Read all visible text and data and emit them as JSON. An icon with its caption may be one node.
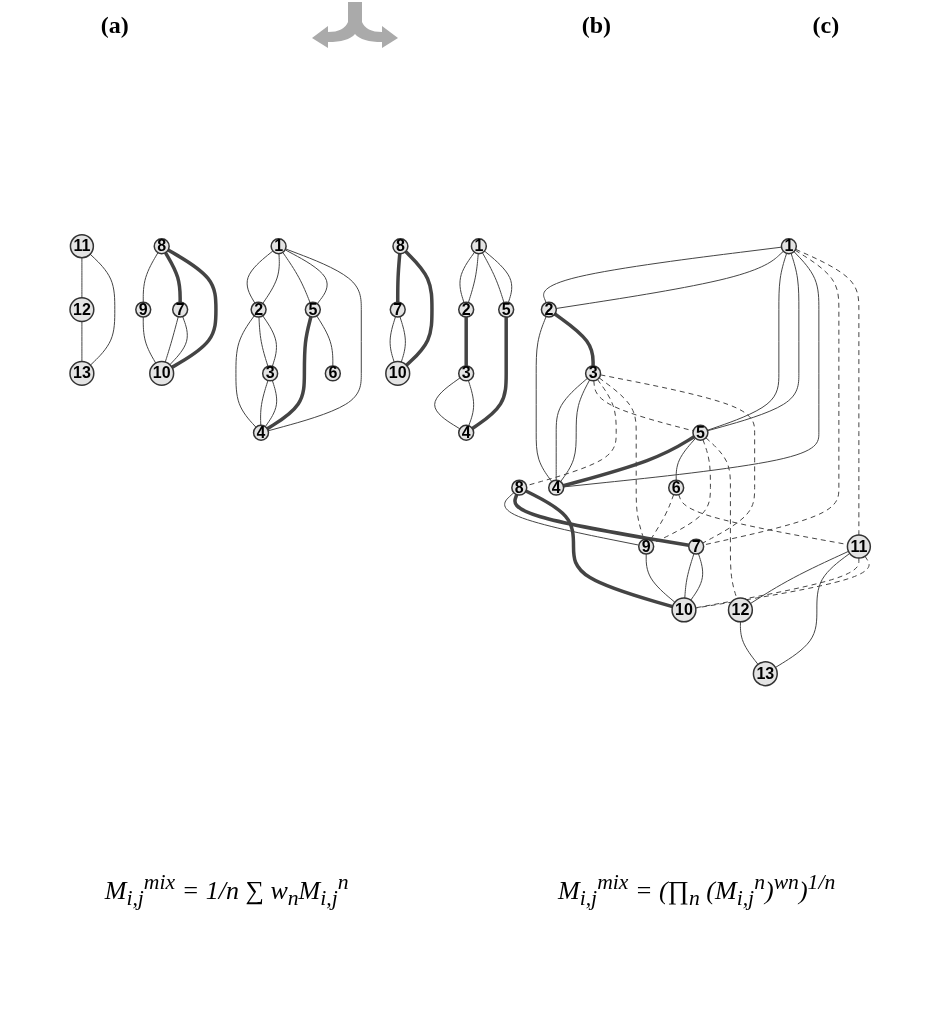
{
  "diagram": {
    "nodes": [
      {
        "text": [
          "1"
        ]
      },
      {
        "text": [
          "2"
        ]
      },
      {
        "text": [
          "3"
        ]
      },
      {
        "text": [
          "4"
        ]
      },
      {
        "text": [
          "5"
        ]
      },
      {
        "text": [
          "6"
        ]
      },
      {
        "text": [
          "11"
        ]
      },
      {
        "text": [
          "12"
        ]
      },
      {
        "text": [
          "13"
        ]
      },
      {
        "text": [
          "8"
        ]
      },
      {
        "text": [
          "9"
        ]
      },
      {
        "text": [
          "10"
        ]
      },
      {
        "text": [
          "7"
        ]
      },
      {
        "text": [
          "1"
        ]
      },
      {
        "text": [
          "2"
        ]
      },
      {
        "text": [
          "3"
        ]
      },
      {
        "text": [
          "4"
        ]
      },
      {
        "text": [
          "5"
        ]
      },
      {
        "text": [
          "6"
        ]
      },
      {
        "text": [
          "11"
        ]
      },
      {
        "text": [
          "12"
        ]
      },
      {
        "text": [
          "13"
        ]
      },
      {
        "text": [
          "8"
        ]
      },
      {
        "text": [
          "9"
        ]
      },
      {
        "text": [
          "10"
        ]
      },
      {
        "text": [
          "7"
        ]
      },
      {
        "text": [
          "1"
        ]
      },
      {
        "text": [
          "2"
        ]
      },
      {
        "text": [
          "5"
        ]
      },
      {
        "text": [
          "3"
        ]
      },
      {
        "text": [
          "4"
        ]
      },
      {
        "text": [
          "8"
        ]
      },
      {
        "text": [
          "10"
        ]
      },
      {
        "text": [
          "7"
        ]
      }
    ],
    "edges": [
      {
        "from": 0,
        "to": 1,
        "arrow": "none"
      },
      {
        "from": 0,
        "to": 1,
        "arrow": "none"
      },
      {
        "from": 0,
        "to": 4,
        "arrow": "none"
      },
      {
        "from": 0,
        "to": 4,
        "arrow": "none"
      },
      {
        "from": 0,
        "to": 3,
        "arrow": "none"
      },
      {
        "from": 1,
        "to": 3,
        "arrow": "none"
      },
      {
        "from": 1,
        "to": 2,
        "arrow": "none",
        "style": "thick"
      },
      {
        "from": 4,
        "to": 3,
        "arrow": "none",
        "style": "thick"
      },
      {
        "from": 2,
        "to": 3,
        "arrow": "none"
      },
      {
        "from": 2,
        "to": 3,
        "arrow": "none"
      },
      {
        "from": 4,
        "to": 5,
        "arrow": "none"
      },
      {
        "from": 6,
        "to": 7,
        "arrow": "none"
      },
      {
        "from": 6,
        "to": 8,
        "arrow": "none"
      },
      {
        "from": 7,
        "to": 8,
        "arrow": "none"
      },
      {
        "from": 9,
        "to": 10,
        "arrow": "none"
      },
      {
        "from": 9,
        "to": 12,
        "arrow": "none",
        "style": "thick"
      },
      {
        "from": 9,
        "to": 11,
        "arrow": "none",
        "style": "thick"
      },
      {
        "from": 10,
        "to": 11,
        "arrow": "none"
      },
      {
        "from": 12,
        "to": 11,
        "arrow": "none"
      },
      {
        "from": 12,
        "to": 11,
        "arrow": "none"
      },
      {
        "from": 0,
        "to": 12,
        "arrow": "none",
        "style": "dashed"
      },
      {
        "from": 0,
        "to": 6,
        "arrow": "none",
        "style": "dashed"
      },
      {
        "from": 2,
        "to": 4,
        "arrow": "none",
        "style": "dashed"
      },
      {
        "from": 2,
        "to": 9,
        "arrow": "none",
        "style": "dashed"
      },
      {
        "from": 2,
        "to": 10,
        "arrow": "none",
        "style": "dashed"
      },
      {
        "from": 2,
        "to": 12,
        "arrow": "none",
        "style": "dashed"
      },
      {
        "from": 4,
        "to": 10,
        "arrow": "none",
        "style": "dashed"
      },
      {
        "from": 5,
        "to": 10,
        "arrow": "none",
        "style": "dashed"
      },
      {
        "from": 4,
        "to": 7,
        "arrow": "none",
        "style": "dashed"
      },
      {
        "from": 5,
        "to": 6,
        "arrow": "none",
        "style": "dashed"
      },
      {
        "from": 6,
        "to": 11,
        "arrow": "none",
        "style": "dashed"
      },
      {
        "from": 6,
        "to": 11,
        "arrow": "none",
        "style": "dashed"
      },
      {
        "from": 13,
        "to": 14,
        "arrow": "none"
      },
      {
        "from": 13,
        "to": 14,
        "arrow": "none"
      },
      {
        "from": 13,
        "to": 17,
        "arrow": "none"
      },
      {
        "from": 13,
        "to": 17,
        "arrow": "none"
      },
      {
        "from": 13,
        "to": 16,
        "arrow": "none"
      },
      {
        "from": 14,
        "to": 16,
        "arrow": "none"
      },
      {
        "from": 14,
        "to": 15,
        "arrow": "none"
      },
      {
        "from": 14,
        "to": 15,
        "arrow": "none"
      },
      {
        "from": 17,
        "to": 16,
        "arrow": "none",
        "style": "thick"
      },
      {
        "from": 15,
        "to": 16,
        "arrow": "none"
      },
      {
        "from": 15,
        "to": 16,
        "arrow": "none"
      },
      {
        "from": 17,
        "to": 18,
        "arrow": "none"
      },
      {
        "from": 19,
        "to": 20,
        "arrow": "none"
      },
      {
        "from": 19,
        "to": 21,
        "arrow": "none"
      },
      {
        "from": 20,
        "to": 21,
        "arrow": "none"
      },
      {
        "from": 22,
        "to": 23,
        "arrow": "none"
      },
      {
        "from": 22,
        "to": 25,
        "arrow": "none",
        "style": "thick"
      },
      {
        "from": 22,
        "to": 24,
        "arrow": "none",
        "style": "thick"
      },
      {
        "from": 23,
        "to": 24,
        "arrow": "none"
      },
      {
        "from": 25,
        "to": 24,
        "arrow": "none"
      },
      {
        "from": 25,
        "to": 24,
        "arrow": "none"
      },
      {
        "from": 26,
        "to": 27,
        "arrow": "none"
      },
      {
        "from": 26,
        "to": 27,
        "arrow": "none"
      },
      {
        "from": 26,
        "to": 28,
        "arrow": "none"
      },
      {
        "from": 26,
        "to": 28,
        "arrow": "none"
      },
      {
        "from": 27,
        "to": 29,
        "arrow": "none",
        "style": "thick"
      },
      {
        "from": 28,
        "to": 30,
        "arrow": "none",
        "style": "thick"
      },
      {
        "from": 29,
        "to": 30,
        "arrow": "none"
      },
      {
        "from": 29,
        "to": 30,
        "arrow": "none"
      },
      {
        "from": 31,
        "to": 33,
        "arrow": "none",
        "style": "thick"
      },
      {
        "from": 31,
        "to": 32,
        "arrow": "none",
        "style": "thick"
      },
      {
        "from": 33,
        "to": 32,
        "arrow": "none"
      },
      {
        "from": 33,
        "to": 32,
        "arrow": "none"
      }
    ],
    "labels": [
      "(a)",
      "(b)",
      "(c)",
      "M$_{i,j}$$^{mix}$ = 1/n ∑ w$_{n}$M$_{i,j}$$^{n}$",
      "M$_{i,j}$$^{mix}$ = (∏$_{n}$ (M$_{i,j}$$^{n}$)$^{wn}$)$^{1/n}$"
    ]
  }
}
